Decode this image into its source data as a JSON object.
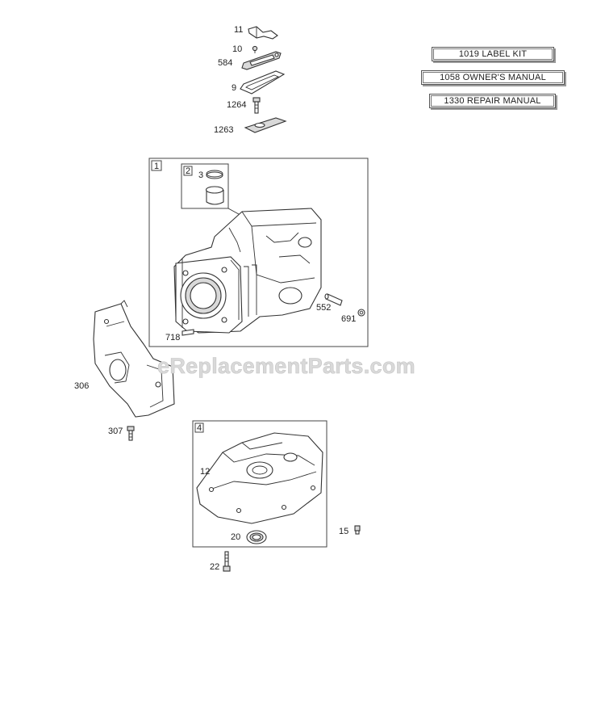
{
  "watermark": "eReplacementParts.com",
  "kits": [
    {
      "text": "1019 LABEL KIT"
    },
    {
      "text": "1058 OWNER'S MANUAL"
    },
    {
      "text": "1330 REPAIR MANUAL"
    }
  ],
  "callouts": {
    "p11": "11",
    "p10": "10",
    "p584": "584",
    "p9": "9",
    "p1264": "1264",
    "p1263": "1263",
    "p3": "3",
    "p552": "552",
    "p691": "691",
    "p718": "718",
    "p306": "306",
    "p307": "307",
    "p12": "12",
    "p20": "20",
    "p15": "15",
    "p22": "22"
  },
  "boxes": {
    "b1": "1",
    "b2": "2",
    "b4": "4"
  }
}
